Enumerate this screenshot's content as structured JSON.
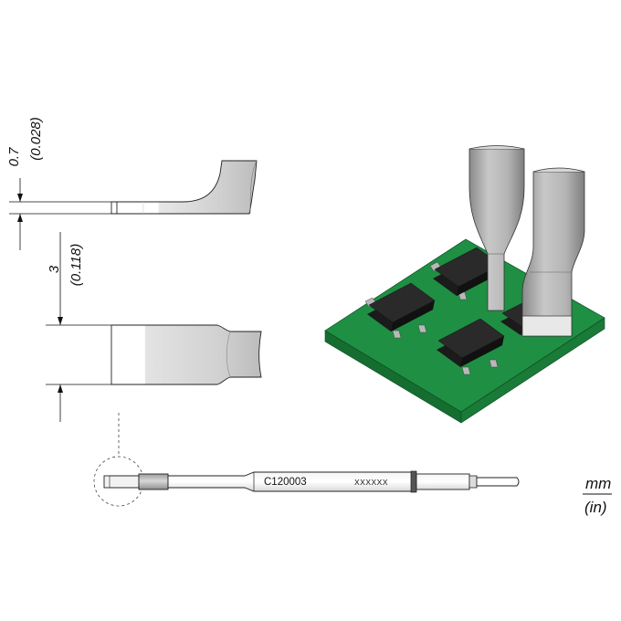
{
  "dimensions": {
    "thickness": {
      "mm": "0.7",
      "in": "(0.028)"
    },
    "width": {
      "mm": "3",
      "in": "(0.118)"
    }
  },
  "part": {
    "code": "C120003",
    "serial": "XXXXXX"
  },
  "units": {
    "primary": "mm",
    "secondary": "(in)"
  },
  "colors": {
    "pcb": "#1f8f43",
    "pcb_dark": "#156d30",
    "chip": "#1b1b1b",
    "tip_light": "#ececec",
    "tip_mid": "#c9c9c9",
    "tip_dark": "#9a9a9a",
    "lead": "#b8b8b8"
  }
}
